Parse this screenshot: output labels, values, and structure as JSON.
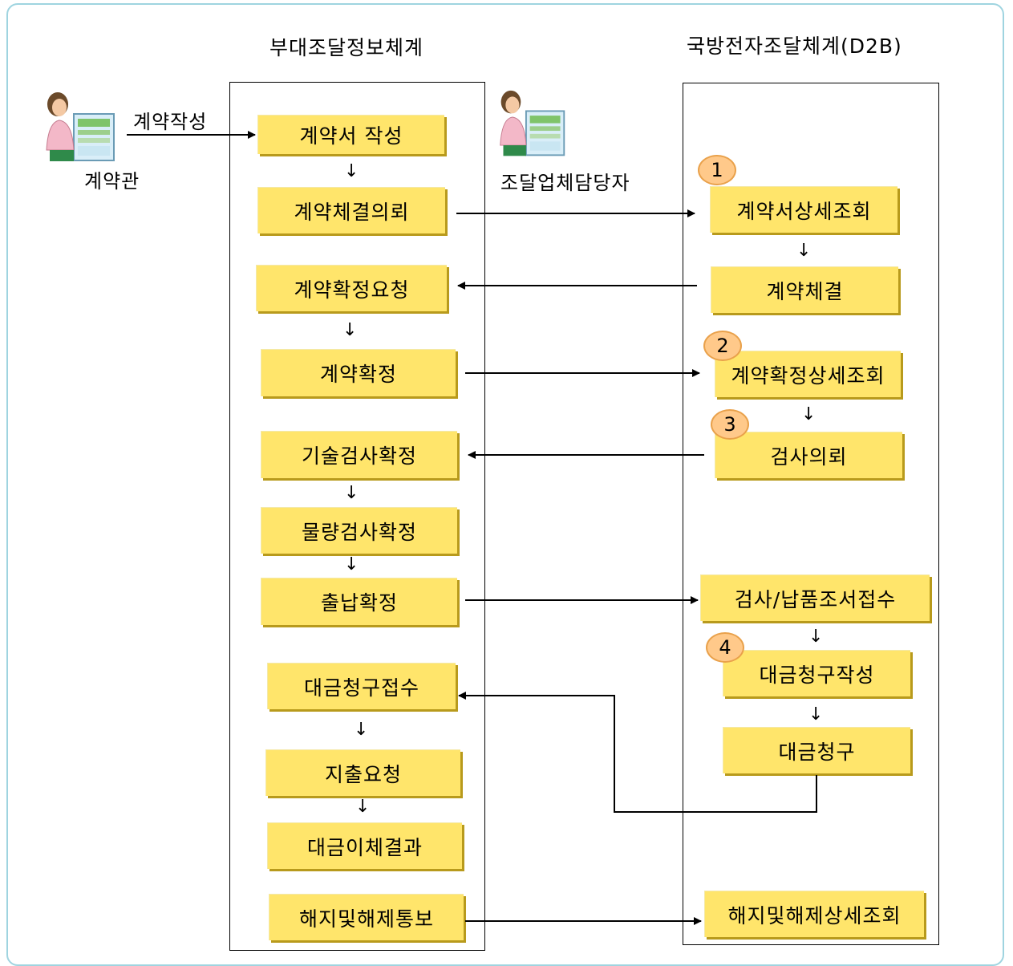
{
  "titles": {
    "left_system": "부대조달정보체계",
    "right_system": "국방전자조달체계(D2B)"
  },
  "actors": {
    "officer": "계약관",
    "vendor": "조달업체담당자",
    "write_arrow_label": "계약작성"
  },
  "left_steps": [
    "계약서 작성",
    "계약체결의뢰",
    "계약확정요청",
    "계약확정",
    "기술검사확정",
    "물량검사확정",
    "출납확정",
    "대금청구접수",
    "지출요청",
    "대금이체결과",
    "해지및해제통보"
  ],
  "right_steps": [
    "계약서상세조회",
    "계약체결",
    "계약확정상세조회",
    "검사의뢰",
    "검사/납품조서접수",
    "대금청구작성",
    "대금청구",
    "해지및해제상세조회"
  ],
  "badges": [
    "1",
    "2",
    "3",
    "4"
  ],
  "down_arrow": "↓",
  "colors": {
    "box_fill": "#ffe56b",
    "box_shadow": "#b89a1c",
    "badge_fill": "#ffc98a",
    "frame_border": "#9fd4e0"
  }
}
